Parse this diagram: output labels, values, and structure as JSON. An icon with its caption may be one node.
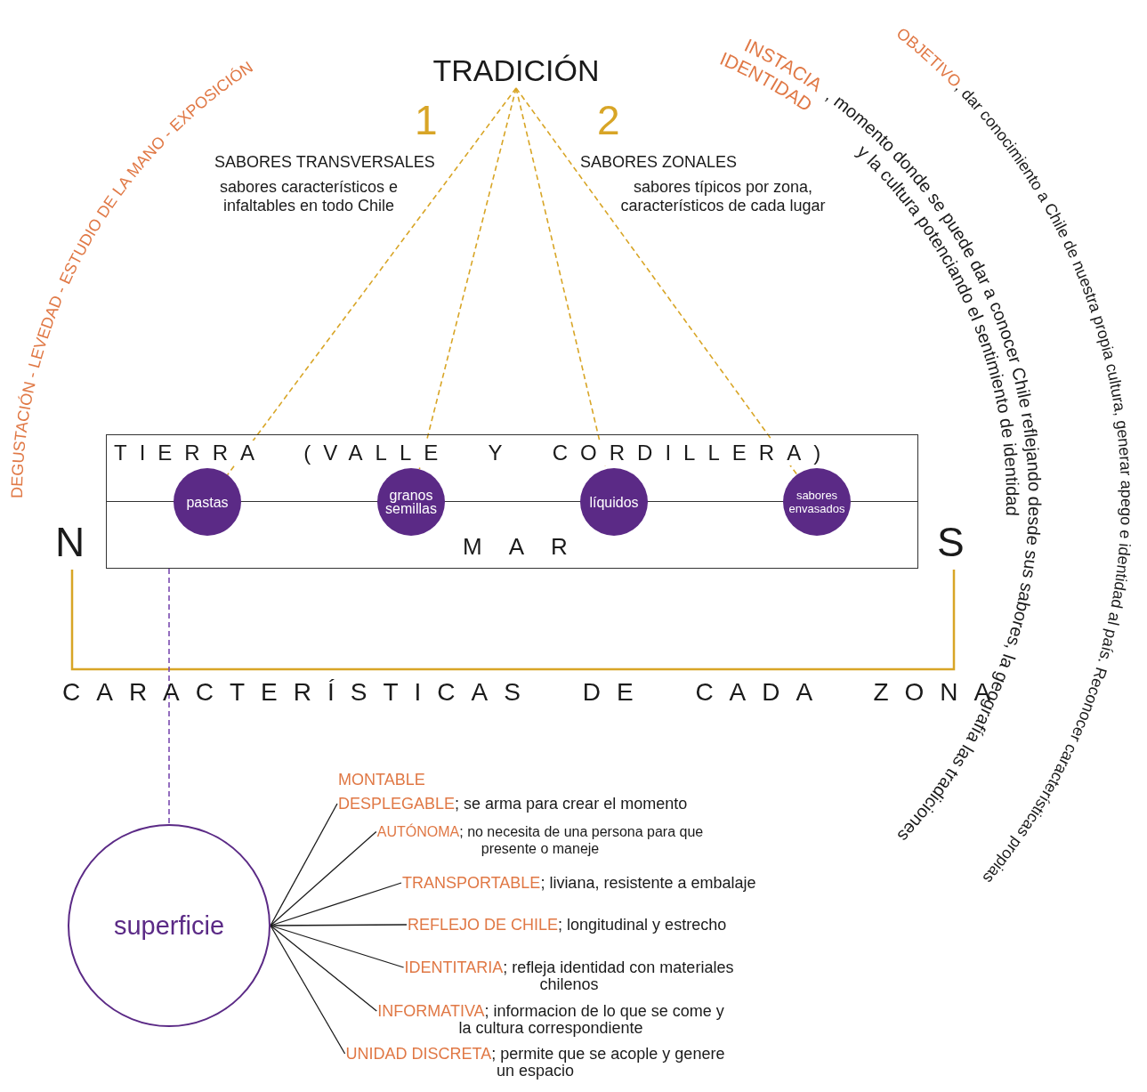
{
  "diagram": {
    "nodes": [
      {
        "text": [
          "TRADICIÓN"
        ]
      },
      {
        "text": [
          "TIERRA (VALLE Y CORDILLERA)",
          "MAR"
        ]
      },
      {
        "text": [
          "pastas"
        ],
        "in": 1
      },
      {
        "text": [
          "granos semillas"
        ],
        "in": 1
      },
      {
        "text": [
          "líquidos"
        ],
        "in": 1
      },
      {
        "text": [
          "sabores envasados"
        ],
        "in": 1
      },
      {
        "text": [
          "superficie"
        ]
      },
      {
        "text": [
          "DESPLEGABLE; se arma para crear el momento"
        ]
      },
      {
        "text": [
          "AUTÓNOMA; no necesita de una persona para que presente o maneje"
        ]
      },
      {
        "text": [
          "TRANSPORTABLE; liviana, resistente a embalaje"
        ]
      },
      {
        "text": [
          "REFLEJO DE CHILE; longitudinal y estrecho"
        ]
      },
      {
        "text": [
          "IDENTITARIA; refleja identidad con materiales chilenos"
        ]
      },
      {
        "text": [
          "INFORMATIVA; informacion de lo que se come y la cultura correspondiente"
        ]
      },
      {
        "text": [
          "UNIDAD DISCRETA; permite que se acople y genere un espacio"
        ]
      }
    ],
    "edges": [
      {
        "from": 0,
        "to": 2,
        "arrow": "none",
        "style": "dashed",
        "color": "#d8a526"
      },
      {
        "from": 0,
        "to": 3,
        "arrow": "none",
        "style": "dashed",
        "color": "#d8a526"
      },
      {
        "from": 0,
        "to": 4,
        "arrow": "none",
        "style": "dashed",
        "color": "#d8a526"
      },
      {
        "from": 0,
        "to": 5,
        "arrow": "none",
        "style": "dashed",
        "color": "#d8a526"
      },
      {
        "from": 1,
        "to": 6,
        "arrow": "none",
        "style": "dashed",
        "color": "#7a4bb0"
      },
      {
        "from": 6,
        "to": 7,
        "arrow": "none"
      },
      {
        "from": 6,
        "to": 8,
        "arrow": "none"
      },
      {
        "from": 6,
        "to": 9,
        "arrow": "none"
      },
      {
        "from": 6,
        "to": 10,
        "arrow": "none"
      },
      {
        "from": 6,
        "to": 11,
        "arrow": "none"
      },
      {
        "from": 6,
        "to": 12,
        "arrow": "none"
      },
      {
        "from": 6,
        "to": 13,
        "arrow": "none"
      }
    ],
    "labels": [
      "DEGUSTACIÓN - LEVEDAD - ESTUDIO DE LA MANO - EXPOSICIÓN",
      "OBJETIVO, dar conocimiento a Chile de nuestra propia cultura, generar apego e identidad al país. Reconocer características propias",
      "INSTACIA IDENTIDAD",
      ", momento donde se puede dar a conocer Chile reflejando desde sus sabores, la geografía las tradiciones y la cultura potenciando el sentimiento de identidad",
      "1",
      "2",
      "SABORES TRANSVERSALES",
      "sabores característicos e infaltables en todo Chile",
      "SABORES ZONALES",
      "sabores típicos por zona, característicos de cada lugar",
      "N",
      "S",
      "CARACTERÍSTICAS DE CADA ZONA",
      "MONTABLE"
    ]
  }
}
